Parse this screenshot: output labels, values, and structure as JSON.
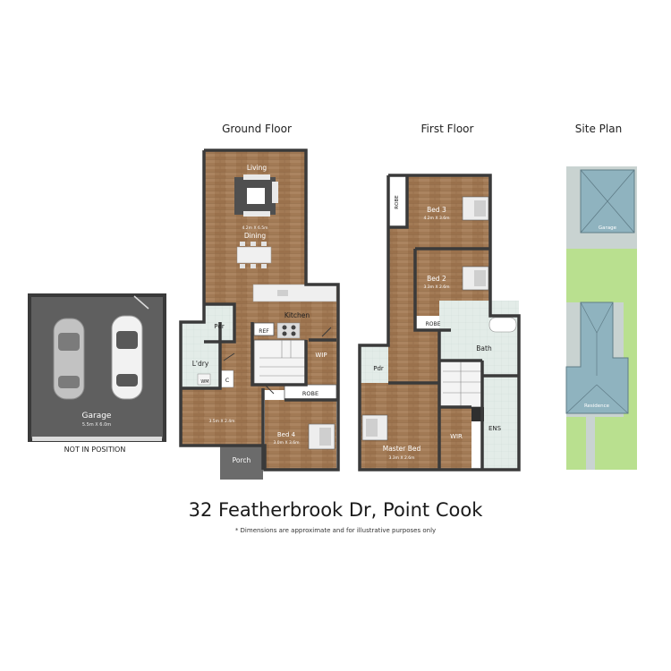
{
  "titles": {
    "ground": "Ground Floor",
    "first": "First Floor",
    "site": "Site Plan"
  },
  "address": "32 Featherbrook Dr, Point Cook",
  "disclaimer": "* Dimensions are approximate and for illustrative purposes only",
  "garage": {
    "label": "Garage",
    "dims": "5.5m X 6.0m",
    "note": "NOT IN POSITION"
  },
  "ground": {
    "living": "Living",
    "living_dims": "4.2m X 6.5m",
    "dining": "Dining",
    "kitchen": "Kitchen",
    "pdr": "Pdr",
    "ref": "REF",
    "wip": "WIP",
    "ldry": "L'dry",
    "wm": "WM",
    "c": "C",
    "robe": "ROBE",
    "hall_dims": "3.5m X 2.4m",
    "bed4": "Bed 4",
    "bed4_dims": "3.0m X 3.6m",
    "porch": "Porch"
  },
  "first": {
    "robe1": "ROBE",
    "bed3": "Bed 3",
    "bed3_dims": "4.2m X 3.6m",
    "bed2": "Bed 2",
    "bed2_dims": "3.3m X 2.6m",
    "robe2": "ROBE",
    "bath": "Bath",
    "pdr": "Pdr",
    "master": "Master Bed",
    "master_dims": "3.3m X 2.6m",
    "wir": "WIR",
    "ens": "ENS"
  },
  "site": {
    "garage": "Garage",
    "residence": "Residence"
  },
  "colors": {
    "wall": "#3a3a3a",
    "wood": "#a27a55",
    "tile": "#dfe9e4",
    "garage_floor": "#5f5f5f",
    "lawn": "#b9e08f",
    "site_base": "#c9d3d1",
    "roof": "#8fb3bf"
  }
}
